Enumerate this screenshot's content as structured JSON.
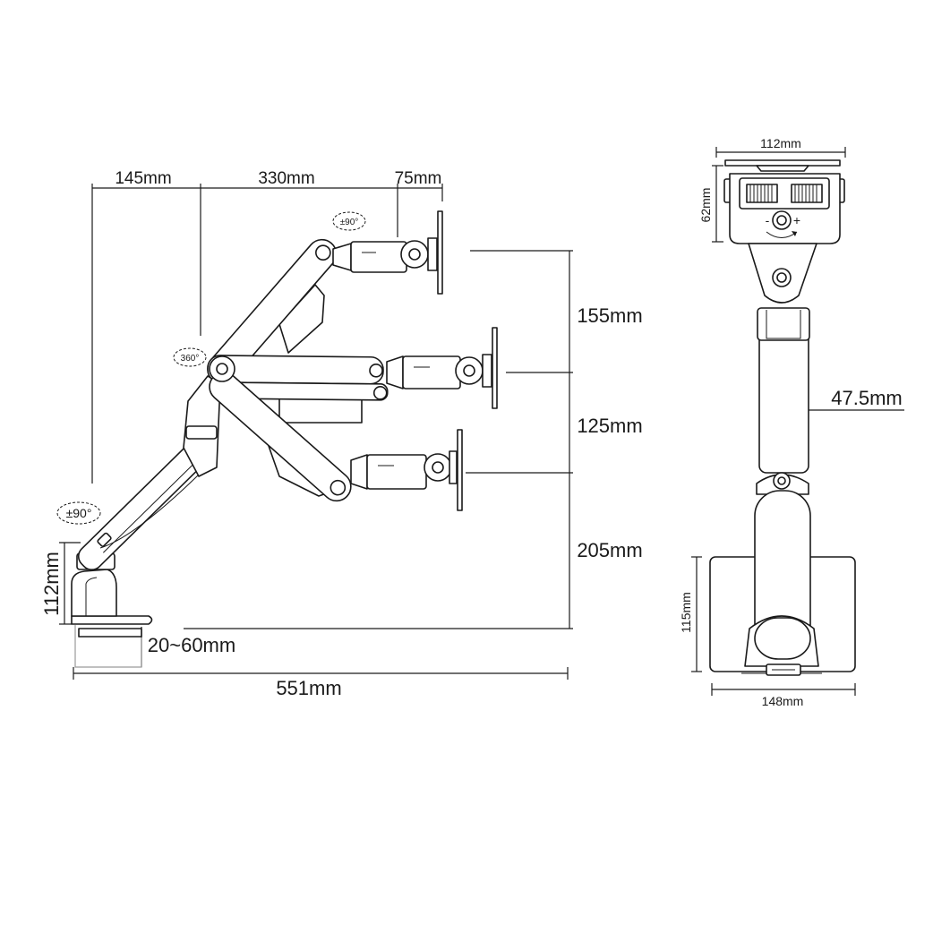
{
  "side_view": {
    "dims": {
      "offset": "145mm",
      "arm": "330mm",
      "head": "75mm",
      "height_top": "155mm",
      "height_mid": "125mm",
      "height_bottom": "205mm",
      "pole": "112mm",
      "clamp": "20~60mm",
      "total": "551mm"
    },
    "rotations": {
      "head": "±90°",
      "joint": "360°",
      "base": "±90°"
    }
  },
  "front_view": {
    "dims": {
      "vesa": "112mm",
      "head": "62mm",
      "arm_width": "47.5mm",
      "base_height": "115mm",
      "base_width": "148mm"
    },
    "knob": {
      "minus": "-",
      "plus": "+"
    }
  },
  "colors": {
    "line": "#1a1a1a",
    "clamp": "#9a9a9a",
    "background": "#ffffff"
  }
}
